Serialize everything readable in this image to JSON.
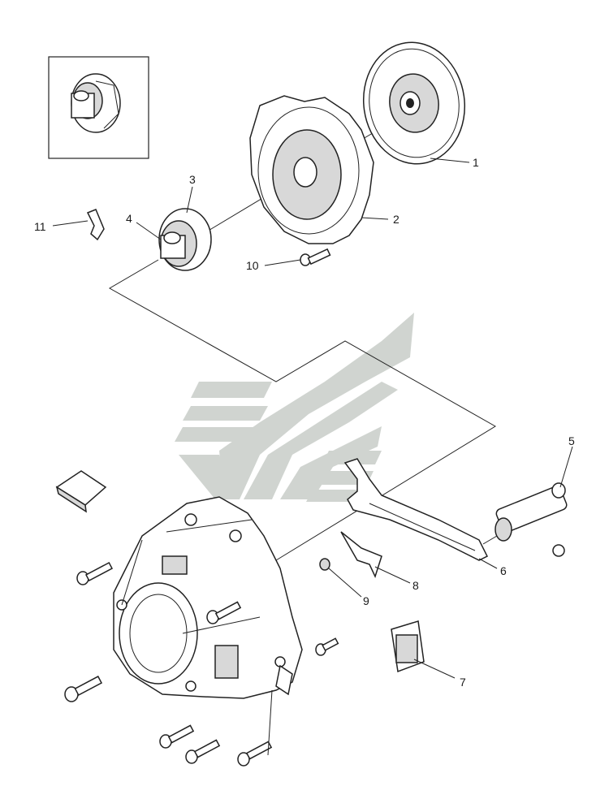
{
  "callouts": [
    {
      "id": "1",
      "label": "1"
    },
    {
      "id": "2",
      "label": "2"
    },
    {
      "id": "3",
      "label": "3"
    },
    {
      "id": "4",
      "label": "4"
    },
    {
      "id": "5",
      "label": "5"
    },
    {
      "id": "6",
      "label": "6"
    },
    {
      "id": "7",
      "label": "7"
    },
    {
      "id": "8",
      "label": "8"
    },
    {
      "id": "9",
      "label": "9"
    },
    {
      "id": "10",
      "label": "10"
    },
    {
      "id": "11",
      "label": "11"
    }
  ],
  "colors": {
    "line": "#222222",
    "watermark": "#c8cdc8",
    "background": "#ffffff"
  }
}
